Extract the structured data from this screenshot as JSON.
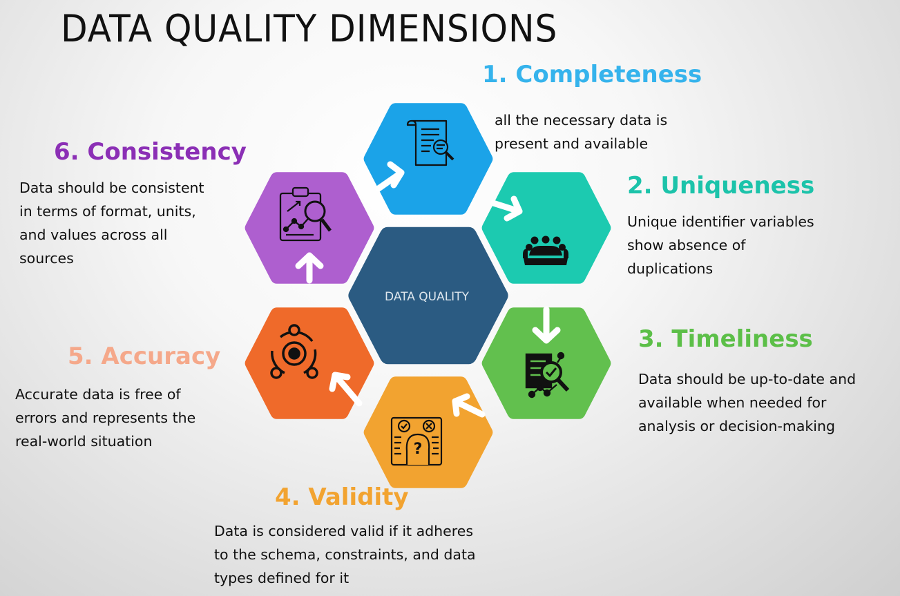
{
  "title": "DATA QUALITY DIMENSIONS",
  "center_label": "DATA QUALITY",
  "colors": {
    "center": "#2b5b82",
    "completeness": "#1ba3e8",
    "uniqueness": "#1ccab0",
    "timeliness": "#62c04e",
    "validity": "#f2a330",
    "accuracy": "#ef6a2a",
    "consistency": "#ae5fcf"
  },
  "dimensions": [
    {
      "key": "completeness",
      "heading": "1. Completeness",
      "icon": "document-search-icon",
      "lines": [
        "all the necessary data is",
        "present and available"
      ]
    },
    {
      "key": "uniqueness",
      "heading": "2. Uniqueness",
      "icon": "group-meeting-icon",
      "lines": [
        "Unique identifier variables",
        "show absence of",
        "duplications"
      ]
    },
    {
      "key": "timeliness",
      "heading": "3. Timeliness",
      "icon": "report-analysis-icon",
      "lines": [
        "Data should be up-to-date and",
        "available when needed for",
        "analysis or decision-making"
      ]
    },
    {
      "key": "validity",
      "heading": "4. Validity",
      "icon": "validation-checklist-icon",
      "lines": [
        "Data is considered valid if it adheres",
        "to the schema, constraints, and data",
        "types defined for it"
      ]
    },
    {
      "key": "accuracy",
      "heading": "5. Accuracy",
      "icon": "target-icon",
      "lines": [
        "Accurate data is free of",
        "errors and represents the",
        "real-world situation"
      ]
    },
    {
      "key": "consistency",
      "heading": "6. Consistency",
      "icon": "clipboard-chart-icon",
      "lines": [
        "Data should be consistent",
        "in terms of format, units,",
        "and values across all",
        "sources"
      ]
    }
  ]
}
